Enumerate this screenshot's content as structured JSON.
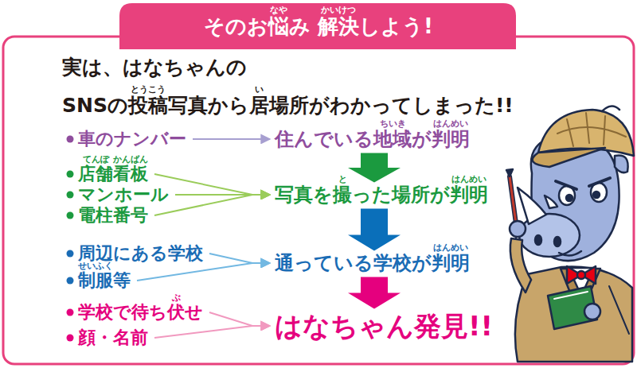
{
  "diagram": {
    "title": "そのお悩み 解決しよう!",
    "nodes": [
      {
        "text": [
          "車のナンバー"
        ]
      },
      {
        "text": [
          "住んでいる地域が判明"
        ]
      },
      {
        "text": [
          "店舗看板"
        ]
      },
      {
        "text": [
          "マンホール"
        ]
      },
      {
        "text": [
          "電柱番号"
        ]
      },
      {
        "text": [
          "写真を撮った場所が判明"
        ]
      },
      {
        "text": [
          "周辺にある学校"
        ]
      },
      {
        "text": [
          "制服等"
        ]
      },
      {
        "text": [
          "通っている学校が判明"
        ]
      },
      {
        "text": [
          "学校で待ち伏せ"
        ]
      },
      {
        "text": [
          "顔・名前"
        ]
      },
      {
        "text": [
          "はなちゃん発見!!"
        ]
      }
    ],
    "edges": [
      {
        "from": 0,
        "to": 1,
        "arrow": "to"
      },
      {
        "from": 1,
        "to": 5,
        "arrow": "to"
      },
      {
        "from": 2,
        "to": 5,
        "arrow": "to"
      },
      {
        "from": 3,
        "to": 5,
        "arrow": "to"
      },
      {
        "from": 4,
        "to": 5,
        "arrow": "to"
      },
      {
        "from": 5,
        "to": 8,
        "arrow": "to"
      },
      {
        "from": 6,
        "to": 8,
        "arrow": "to"
      },
      {
        "from": 7,
        "to": 8,
        "arrow": "to"
      },
      {
        "from": 8,
        "to": 11,
        "arrow": "to"
      },
      {
        "from": 9,
        "to": 11,
        "arrow": "to"
      },
      {
        "from": 10,
        "to": 11,
        "arrow": "to"
      }
    ],
    "labels": [
      "なや",
      "かいけつ",
      "実は、はなちゃんの",
      "SNSの投稿写真から居場所がわかってしまった!!",
      "とうこう",
      "い",
      "ちいき",
      "はんめい",
      "てんぽ",
      "かんばん",
      "と",
      "はんめい",
      "はんめい",
      "せいふく",
      "ぶ"
    ]
  }
}
